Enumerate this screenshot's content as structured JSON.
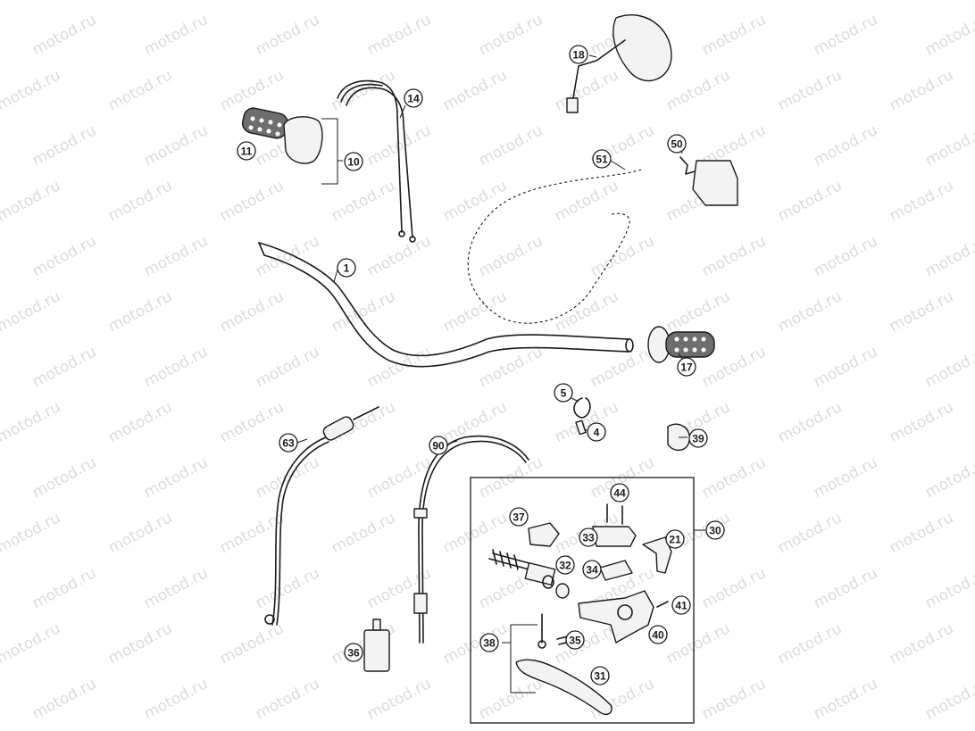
{
  "watermark": "motod.ru",
  "callouts": [
    {
      "id": "1",
      "label": "1"
    },
    {
      "id": "4",
      "label": "4"
    },
    {
      "id": "5",
      "label": "5"
    },
    {
      "id": "10",
      "label": "10"
    },
    {
      "id": "11",
      "label": "11"
    },
    {
      "id": "14",
      "label": "14"
    },
    {
      "id": "17",
      "label": "17"
    },
    {
      "id": "18",
      "label": "18"
    },
    {
      "id": "21",
      "label": "21"
    },
    {
      "id": "30",
      "label": "30"
    },
    {
      "id": "31",
      "label": "31"
    },
    {
      "id": "32",
      "label": "32"
    },
    {
      "id": "33",
      "label": "33"
    },
    {
      "id": "34",
      "label": "34"
    },
    {
      "id": "35",
      "label": "35"
    },
    {
      "id": "36",
      "label": "36"
    },
    {
      "id": "37",
      "label": "37"
    },
    {
      "id": "38",
      "label": "38"
    },
    {
      "id": "39",
      "label": "39"
    },
    {
      "id": "40",
      "label": "40"
    },
    {
      "id": "41",
      "label": "41"
    },
    {
      "id": "44",
      "label": "44"
    },
    {
      "id": "50",
      "label": "50"
    },
    {
      "id": "51",
      "label": "51"
    },
    {
      "id": "63",
      "label": "63"
    },
    {
      "id": "90",
      "label": "90"
    }
  ]
}
